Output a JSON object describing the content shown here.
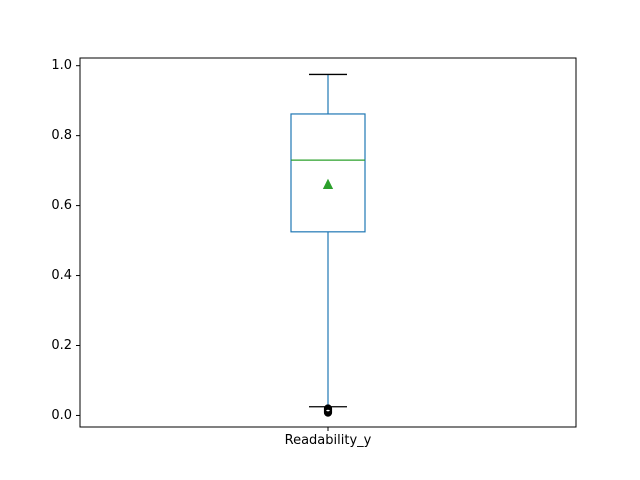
{
  "chart_data": {
    "type": "box",
    "categories": [
      "Readability_y"
    ],
    "ylim": [
      -0.033,
      1.022
    ],
    "yticks": [
      {
        "value": 0.0,
        "label": "0.0"
      },
      {
        "value": 0.2,
        "label": "0.2"
      },
      {
        "value": 0.4,
        "label": "0.4"
      },
      {
        "value": 0.6,
        "label": "0.6"
      },
      {
        "value": 0.8,
        "label": "0.8"
      },
      {
        "value": 1.0,
        "label": "1.0"
      }
    ],
    "boxes": [
      {
        "name": "Readability_y",
        "whisker_low": 0.025,
        "q1": 0.525,
        "median": 0.73,
        "q3": 0.862,
        "whisker_high": 0.975,
        "mean": 0.66,
        "outliers": [
          0.02,
          0.018,
          0.016,
          0.014,
          0.012,
          0.01,
          0.008
        ]
      }
    ],
    "grid": false,
    "colors": {
      "box": "#1f77b4",
      "median": "#2ca02c",
      "mean_marker": "#2ca02c",
      "caps": "#000000",
      "outliers": "#000000"
    }
  }
}
